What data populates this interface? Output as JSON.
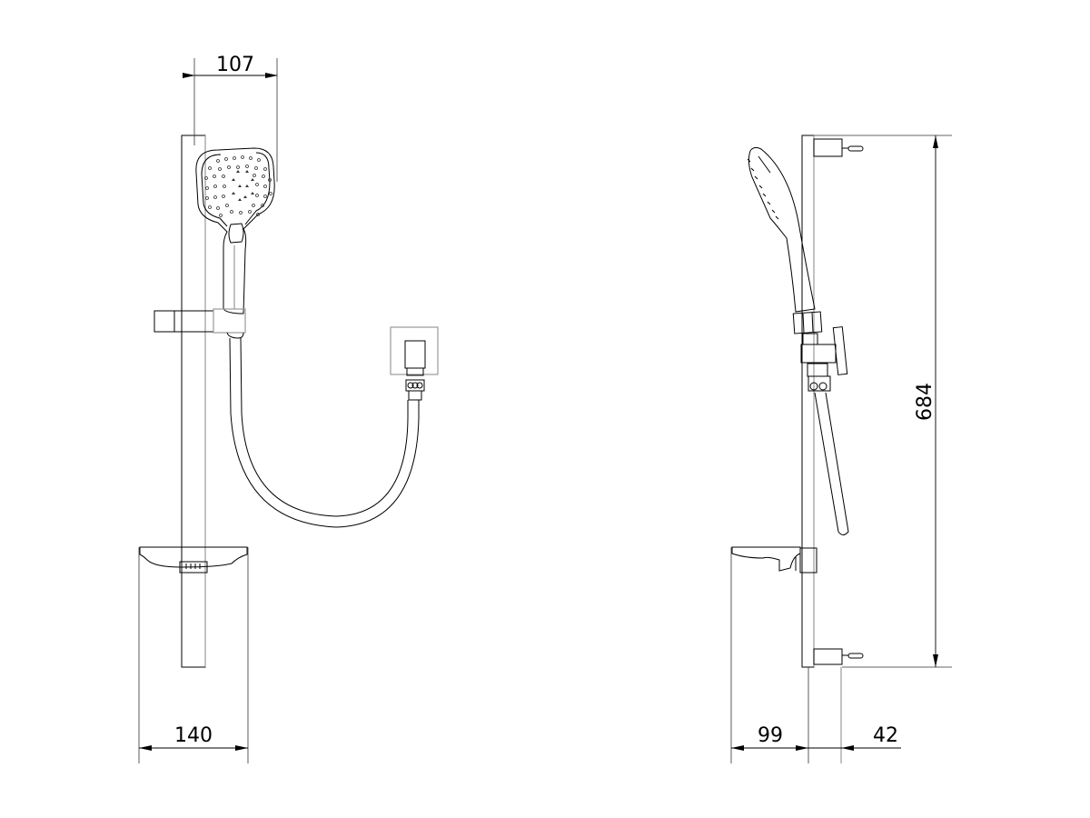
{
  "drawing": {
    "title": "Shower rail set technical drawing",
    "views": [
      {
        "name": "front-view"
      },
      {
        "name": "side-view"
      }
    ],
    "dimensions": {
      "head_width": {
        "value": "107",
        "unit": "mm"
      },
      "soap_dish_width": {
        "value": "140",
        "unit": "mm"
      },
      "rail_height": {
        "value": "684",
        "unit": "mm"
      },
      "dish_projection": {
        "value": "99",
        "unit": "mm"
      },
      "bracket_depth": {
        "value": "42",
        "unit": "mm"
      }
    },
    "colors": {
      "line": "#000000",
      "secondary_line": "#9a9a9a",
      "background": "#ffffff"
    }
  }
}
